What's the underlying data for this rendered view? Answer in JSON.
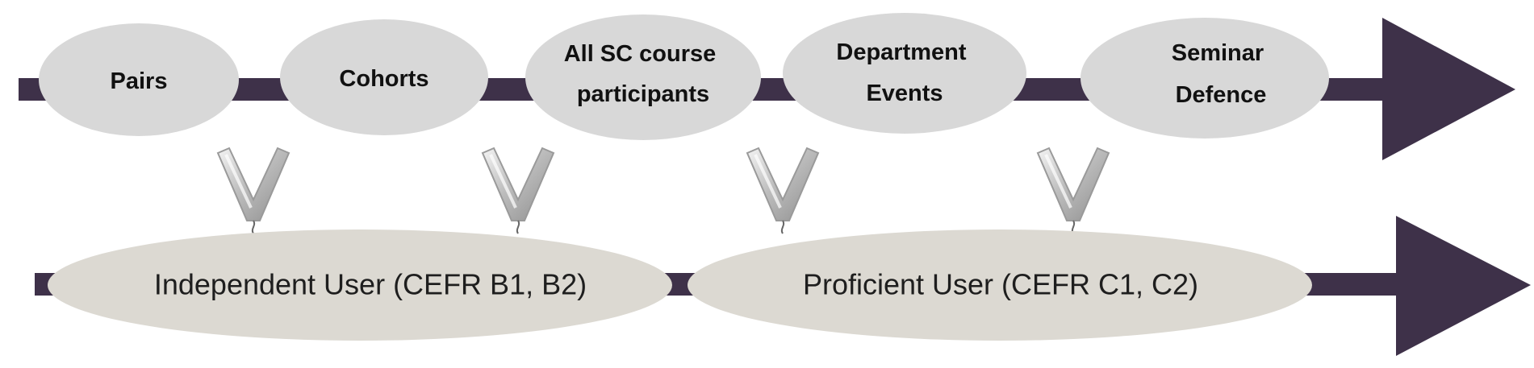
{
  "colors": {
    "arrow": "#3e3149",
    "stage_ellipse": "#d8d8d8",
    "level_ellipse": "#dcd9d2",
    "balloon": "#c9c9c9"
  },
  "stages": [
    {
      "lines": [
        "Pairs"
      ]
    },
    {
      "lines": [
        "Cohorts"
      ]
    },
    {
      "lines": [
        "All SC course",
        "participants"
      ]
    },
    {
      "lines": [
        "Department",
        "Events"
      ]
    },
    {
      "lines": [
        "Seminar",
        "Defence"
      ]
    }
  ],
  "levels": [
    {
      "label": "Independent User (CEFR B1, B2)"
    },
    {
      "label": "Proficient User (CEFR C1, C2)"
    }
  ],
  "connectors": {
    "count": 4,
    "icon": "v-balloon-icon"
  }
}
